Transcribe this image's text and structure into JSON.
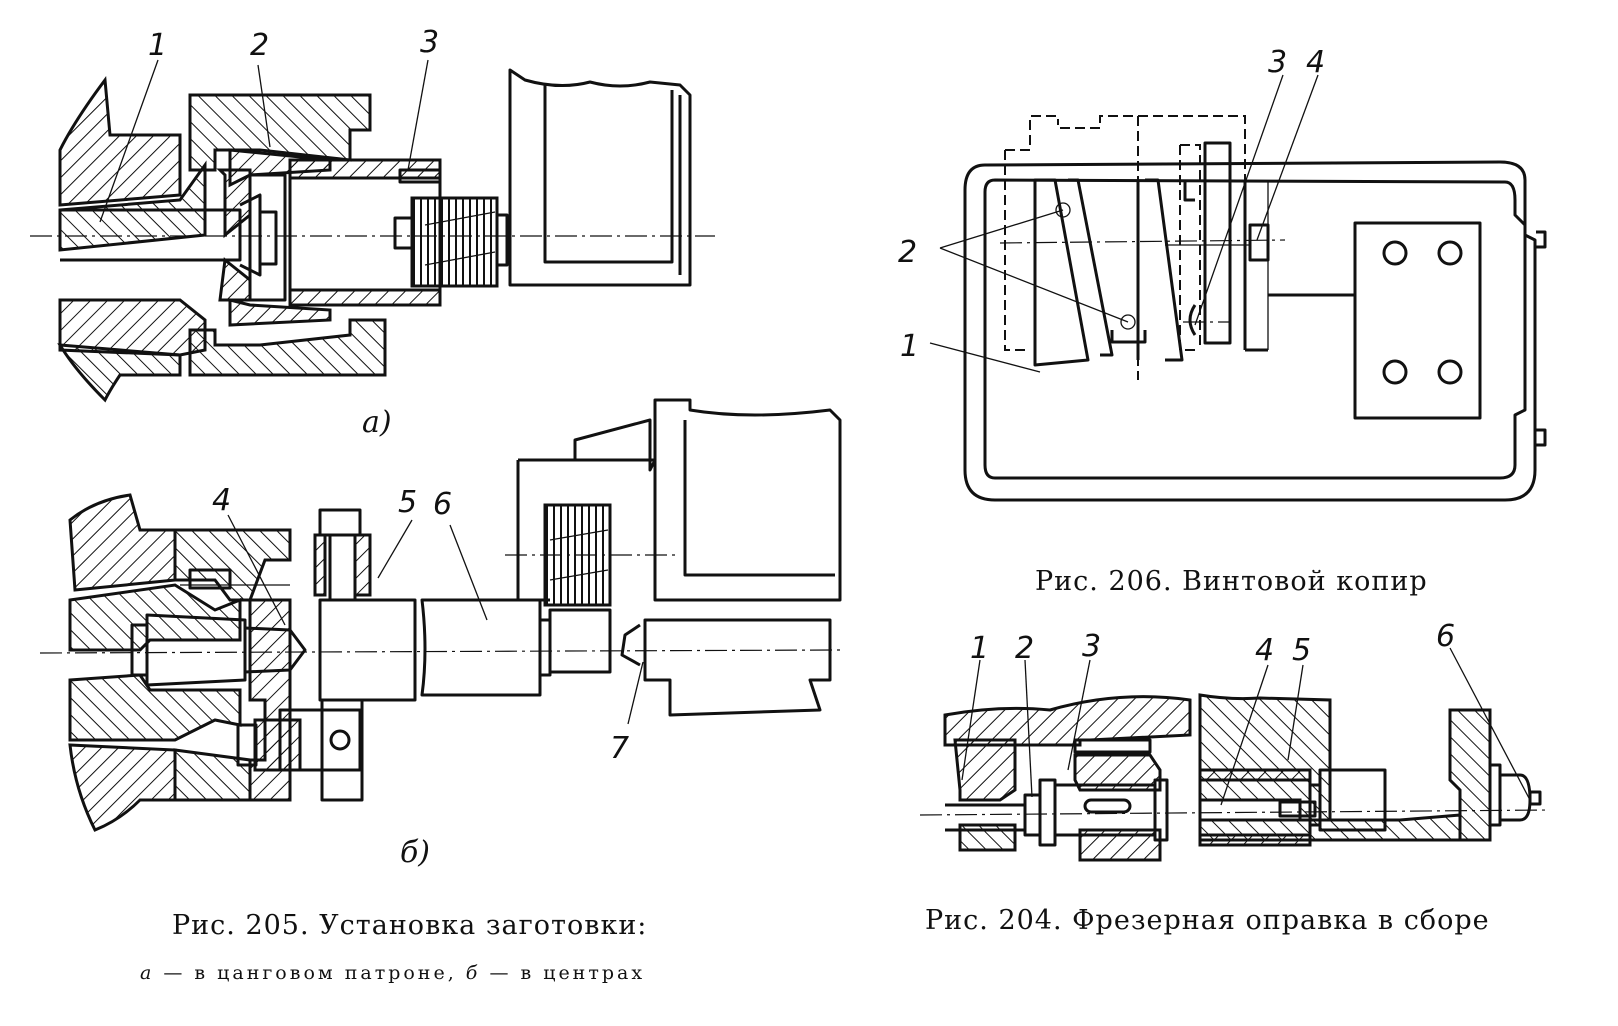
{
  "page": {
    "figures": [
      {
        "id": "fig205",
        "caption": "Рис. 205. Установка заготовки:",
        "subcaption": {
          "a_letter": "а",
          "a_text": " — в цанговом патроне, ",
          "b_letter": "б",
          "b_text": " — в центрах"
        },
        "subfigures": [
          {
            "tag": "а)",
            "labels": [
              "1",
              "2",
              "3"
            ]
          },
          {
            "tag": "б)",
            "labels": [
              "4",
              "5",
              "6",
              "7"
            ]
          }
        ]
      },
      {
        "id": "fig206",
        "caption": "Рис. 206. Винтовой копир",
        "labels": [
          "1",
          "2",
          "3",
          "4"
        ]
      },
      {
        "id": "fig204",
        "caption": "Рис. 204. Фрезерная оправка в сборе",
        "labels": [
          "1",
          "2",
          "3",
          "4",
          "5",
          "6"
        ]
      }
    ]
  }
}
